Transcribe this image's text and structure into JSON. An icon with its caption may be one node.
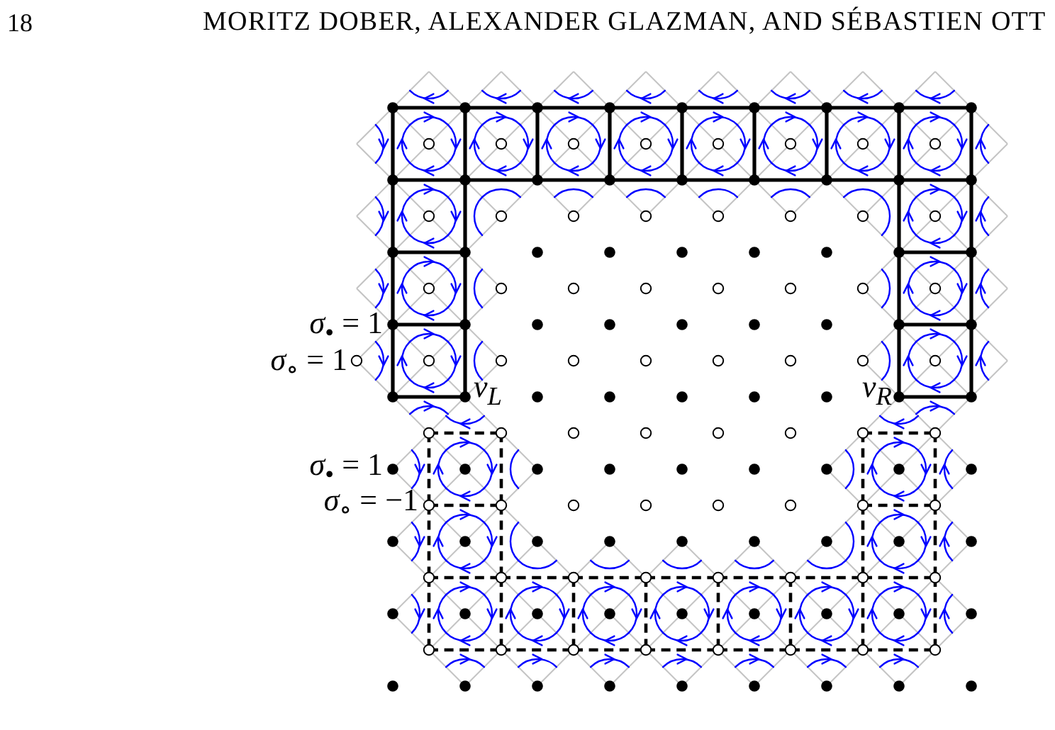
{
  "diagram": {
    "labels": [
      "18",
      "MORITZ DOBER, ALEXANDER GLAZMAN, AND SÉBASTIEN OTT",
      "*σ*$_{•}$ = 1",
      "*σ*$_{∘}$ = 1",
      "v$_{L}$",
      "v$_{R}$",
      "*σ*$_{•}$ = 1",
      "*σ*$_{∘}$ = −1"
    ]
  }
}
